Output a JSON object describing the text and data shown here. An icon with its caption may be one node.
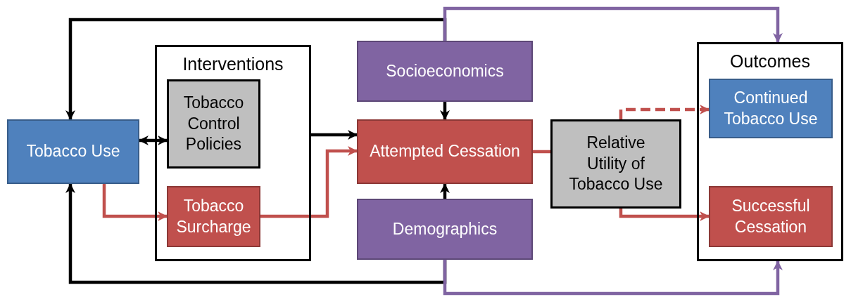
{
  "diagram": {
    "nodes": [
      {
        "text": [
          "Tobacco Use"
        ]
      },
      {
        "text": [
          "Interventions"
        ]
      },
      {
        "text": [
          "Tobacco Control Policies"
        ],
        "in": 1
      },
      {
        "text": [
          "Tobacco Surcharge"
        ],
        "in": 1
      },
      {
        "text": [
          "Socioeconomics"
        ]
      },
      {
        "text": [
          "Attempted Cessation"
        ]
      },
      {
        "text": [
          "Demographics"
        ]
      },
      {
        "text": [
          "Relative Utility of Tobacco Use"
        ]
      },
      {
        "text": [
          "Outcomes"
        ]
      },
      {
        "text": [
          "Continued Tobacco Use"
        ],
        "in": 8
      },
      {
        "text": [
          "Successful Cessation"
        ],
        "in": 8
      }
    ],
    "edges": [
      {
        "from": 4,
        "to": 0,
        "arrow": "to"
      },
      {
        "from": 4,
        "to": 8,
        "arrow": "to",
        "color": "#8064a2"
      },
      {
        "from": 6,
        "to": 0,
        "arrow": "to"
      },
      {
        "from": 6,
        "to": 8,
        "arrow": "to",
        "color": "#8064a2"
      },
      {
        "from": 0,
        "to": 2,
        "arrow": "both"
      },
      {
        "from": 0,
        "to": 3,
        "arrow": "to",
        "color": "#c0504d"
      },
      {
        "from": 1,
        "to": 5,
        "arrow": "to"
      },
      {
        "from": 3,
        "to": 5,
        "arrow": "to",
        "color": "#c0504d"
      },
      {
        "from": 4,
        "to": 5,
        "arrow": "to"
      },
      {
        "from": 6,
        "to": 5,
        "arrow": "to"
      },
      {
        "from": 5,
        "to": 7,
        "arrow": "none",
        "color": "#c0504d"
      },
      {
        "from": 7,
        "to": 9,
        "arrow": "to",
        "style": "dashed",
        "color": "#c0504d"
      },
      {
        "from": 7,
        "to": 10,
        "arrow": "to",
        "color": "#c0504d"
      }
    ]
  }
}
